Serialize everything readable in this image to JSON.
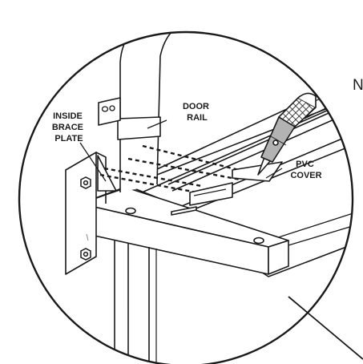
{
  "labels": {
    "inside_brace_plate": [
      "INSIDE",
      "BRACE",
      "PLATE"
    ],
    "door_rail": [
      "DOOR",
      "RAIL"
    ],
    "pvc_cover": [
      "PVC",
      "COVER"
    ],
    "edge_letter": "N"
  },
  "colors": {
    "line": "#1a1a1a",
    "background": "#ffffff",
    "shade": "#8c8c8c",
    "tool_handle": "#9a9a9a"
  },
  "icons": {
    "knife": "utility-knife-icon",
    "bolt": "hex-bolt-icon"
  }
}
